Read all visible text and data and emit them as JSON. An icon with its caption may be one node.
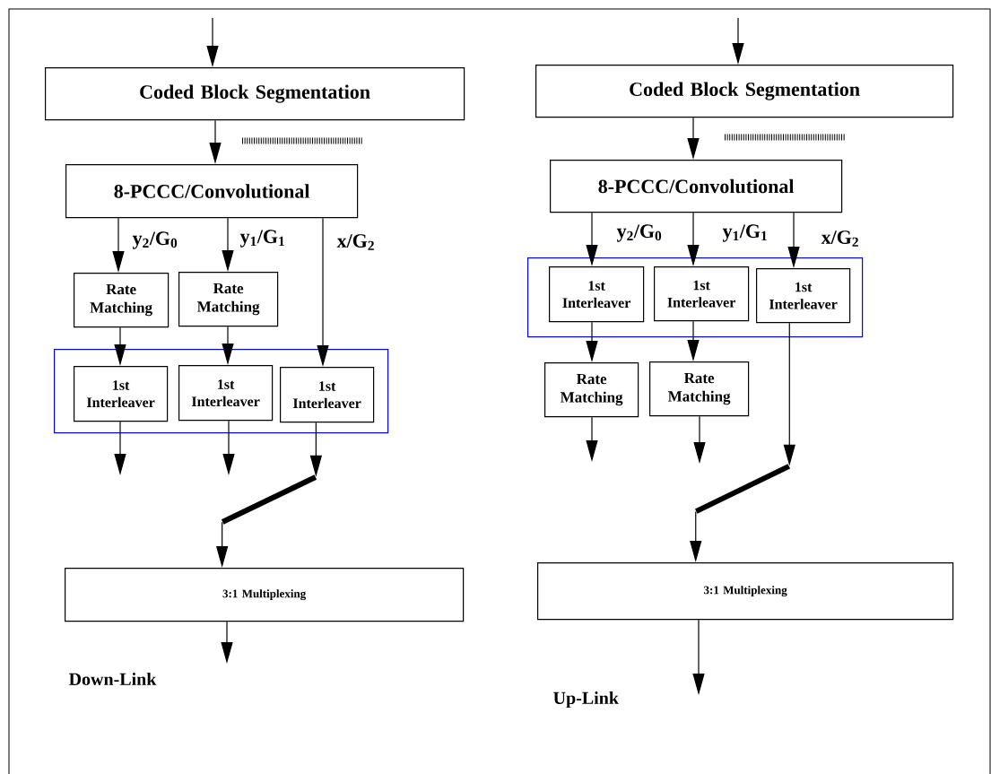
{
  "diagram": {
    "nodes": [
      {
        "text": [
          "Coded Block Segmentation"
        ]
      },
      {
        "text": [
          "8-PCCC/Convolutional"
        ]
      },
      {
        "text": [
          "Rate Matching"
        ]
      },
      {
        "text": [
          "Rate Matching"
        ]
      },
      {
        "text": [],
        "shape": "box"
      },
      {
        "text": [
          "1st Interleaver"
        ],
        "in": 4
      },
      {
        "text": [
          "1st Interleaver"
        ],
        "in": 4
      },
      {
        "text": [
          "1st Interleaver"
        ],
        "in": 4
      },
      {
        "text": [],
        "shape": "bar"
      },
      {
        "text": [
          "3:1 Multiplexing"
        ]
      },
      {
        "text": [
          "Coded Block Segmentation"
        ]
      },
      {
        "text": [
          "8-PCCC/Convolutional"
        ]
      },
      {
        "text": [],
        "shape": "box"
      },
      {
        "text": [
          "1st Interleaver"
        ],
        "in": 12
      },
      {
        "text": [
          "1st Interleaver"
        ],
        "in": 12
      },
      {
        "text": [
          "1st Interleaver"
        ],
        "in": 12
      },
      {
        "text": [
          "Rate Matching"
        ]
      },
      {
        "text": [
          "Rate Matching"
        ]
      },
      {
        "text": [],
        "shape": "bar"
      },
      {
        "text": [
          "3:1 Multiplexing"
        ]
      }
    ],
    "edges": [
      {
        "from": null,
        "to": 0,
        "arrow": "to"
      },
      {
        "from": 0,
        "to": 1,
        "arrow": "to"
      },
      {
        "from": 1,
        "to": 2,
        "arrow": "to",
        "label": "y$_{2}$/G$_{0}$"
      },
      {
        "from": 1,
        "to": 3,
        "arrow": "to",
        "label": "y$_{1}$/G$_{1}$"
      },
      {
        "from": 1,
        "to": 7,
        "arrow": "to",
        "label": "x/G$_{2}$"
      },
      {
        "from": 2,
        "to": 5,
        "arrow": "to"
      },
      {
        "from": 3,
        "to": 6,
        "arrow": "to"
      },
      {
        "from": 5,
        "to": null,
        "arrow": "to"
      },
      {
        "from": 6,
        "to": null,
        "arrow": "to"
      },
      {
        "from": 7,
        "to": 8,
        "arrow": "to"
      },
      {
        "from": 8,
        "to": 9,
        "arrow": "to"
      },
      {
        "from": 9,
        "to": null,
        "arrow": "to"
      },
      {
        "from": null,
        "to": 10,
        "arrow": "to"
      },
      {
        "from": 10,
        "to": 11,
        "arrow": "to"
      },
      {
        "from": 11,
        "to": 13,
        "arrow": "to",
        "label": "y$_{2}$/G$_{0}$"
      },
      {
        "from": 11,
        "to": 14,
        "arrow": "to",
        "label": "y$_{1}$/G$_{1}$"
      },
      {
        "from": 11,
        "to": 15,
        "arrow": "to",
        "label": "x/G$_{2}$"
      },
      {
        "from": 13,
        "to": 16,
        "arrow": "to"
      },
      {
        "from": 14,
        "to": 17,
        "arrow": "to"
      },
      {
        "from": 16,
        "to": null,
        "arrow": "to"
      },
      {
        "from": 17,
        "to": null,
        "arrow": "to"
      },
      {
        "from": 15,
        "to": 18,
        "arrow": "to"
      },
      {
        "from": 18,
        "to": 19,
        "arrow": "to"
      },
      {
        "from": 19,
        "to": null,
        "arrow": "to"
      }
    ],
    "labels": [
      "Down-Link",
      "Up-Link"
    ]
  }
}
